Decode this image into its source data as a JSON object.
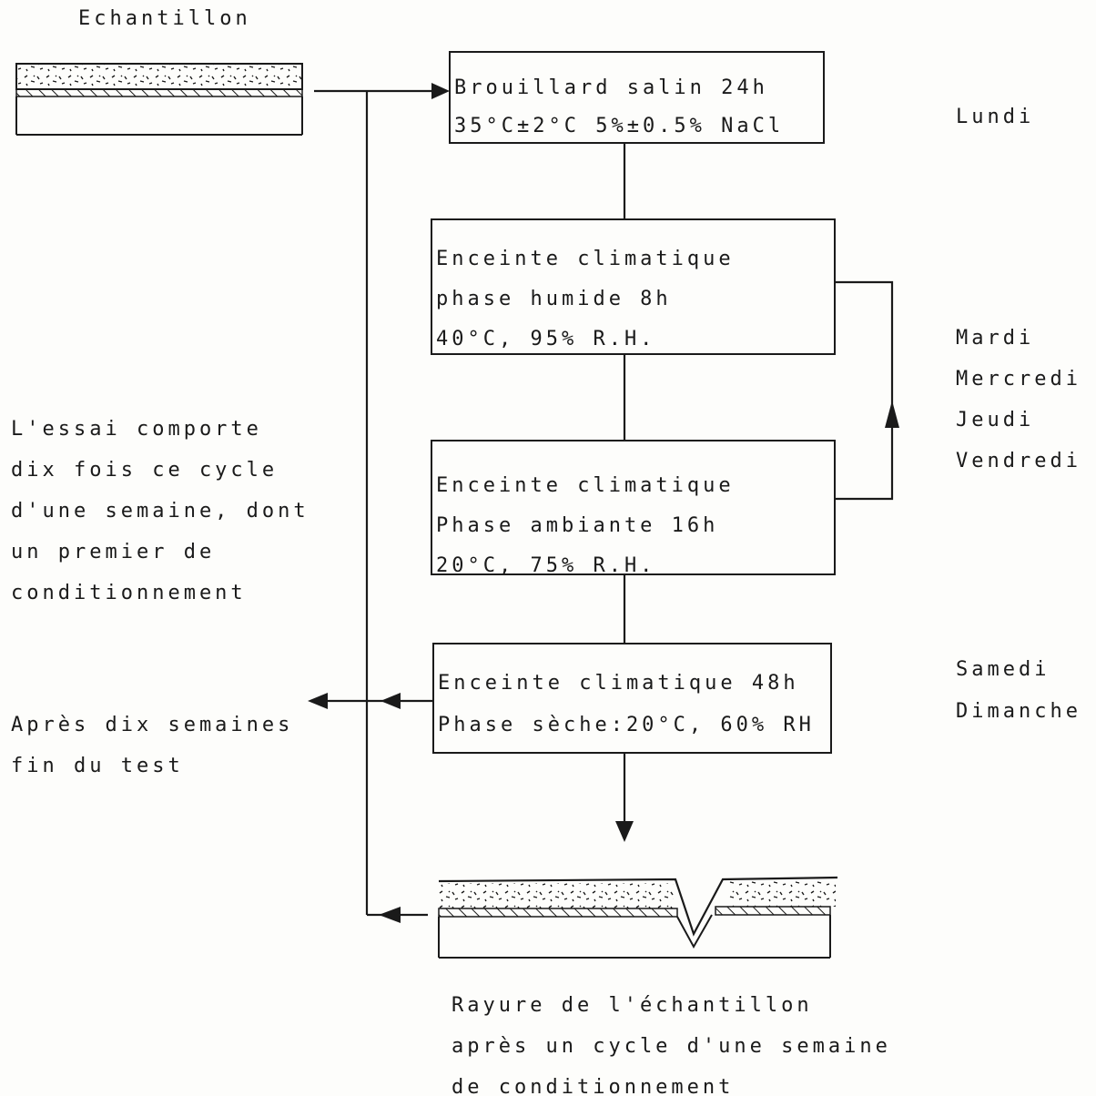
{
  "sample_label": "Echantillon",
  "boxes": [
    {
      "lines": [
        "Brouillard salin 24h",
        "35°C±2°C 5%±0.5% NaCl"
      ]
    },
    {
      "lines": [
        "Enceinte climatique",
        "phase humide  8h",
        "40°C, 95% R.H."
      ]
    },
    {
      "lines": [
        "Enceinte climatique",
        "Phase ambiante  16h",
        "20°C, 75% R.H."
      ]
    },
    {
      "lines": [
        "Enceinte climatique 48h",
        "Phase sèche:20°C, 60% RH"
      ]
    }
  ],
  "days": {
    "lundi": [
      "Lundi"
    ],
    "mid_week": [
      "Mardi",
      "Mercredi",
      "Jeudi",
      "Vendredi"
    ],
    "weekend": [
      "Samedi",
      "Dimanche"
    ]
  },
  "notes": {
    "cycle": [
      "L'essai comporte",
      "dix fois ce cycle",
      "d'une semaine, dont",
      "un premier de",
      "conditionnement"
    ],
    "end": [
      "Après dix semaines",
      "fin du test"
    ],
    "scratch": [
      "Rayure de l'échantillon",
      "après un cycle d'une semaine",
      "de conditionnement"
    ]
  }
}
